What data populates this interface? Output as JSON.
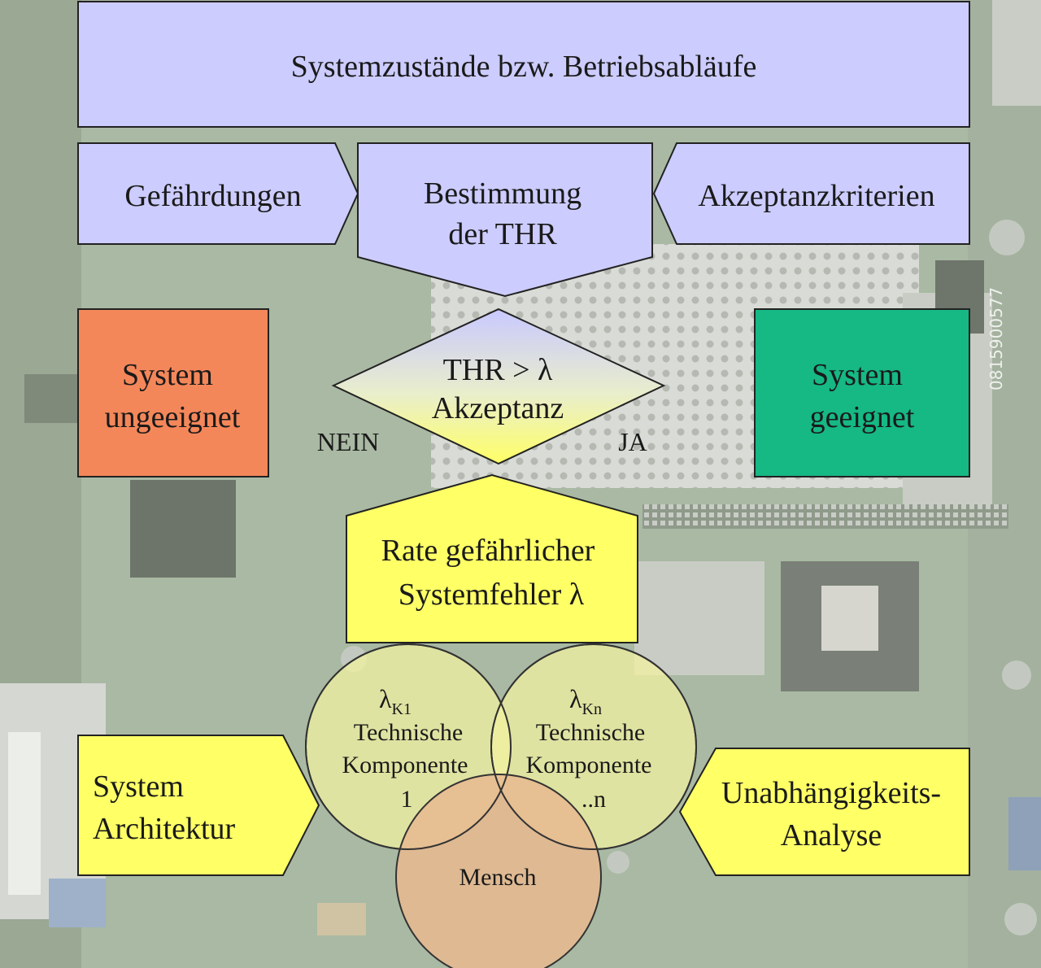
{
  "colors": {
    "blue_box": "#ccccff",
    "yellow_box": "#ffff66",
    "orange_box": "#f4875a",
    "green_box": "#16b884",
    "mensch_circle": "#e8b98f",
    "component_circle": "#f1f1a0",
    "outline": "#222222"
  },
  "header": {
    "text": "Systemzustände bzw. Betriebsabläufe"
  },
  "row2": {
    "left": "Gefährdungen",
    "center_line1": "Bestimmung",
    "center_line2": "der THR",
    "right": "Akzeptanzkriterien"
  },
  "decision": {
    "line1": "THR > λ",
    "line2": "Akzeptanz",
    "no_label": "NEIN",
    "yes_label": "JA"
  },
  "result_bad": {
    "line1": "System",
    "line2": "ungeeignet"
  },
  "result_good": {
    "line1": "System",
    "line2": "geeignet"
  },
  "rate_box": {
    "line1": "Rate gefährlicher",
    "line2": "Systemfehler λ"
  },
  "venn": {
    "component1": {
      "symbol": "λ",
      "subscript": "K1",
      "line1": "Technische",
      "line2": "Komponente",
      "line3": "1"
    },
    "componentn": {
      "symbol": "λ",
      "subscript": "Kn",
      "line1": "Technische",
      "line2": "Komponente",
      "line3": "..n"
    },
    "human": "Mensch"
  },
  "architecture": {
    "line1": "System",
    "line2": "Architektur"
  },
  "independence": {
    "line1": "Unabhängigkeits-",
    "line2": "Analyse"
  },
  "background_label": "0815900577"
}
